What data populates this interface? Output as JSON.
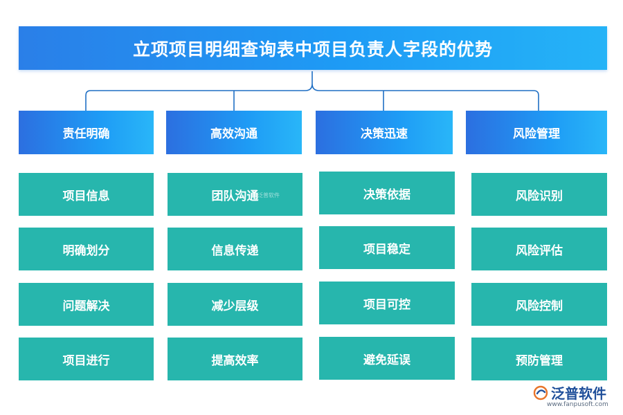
{
  "title": "立项项目明细查询表中项目负责人字段的优势",
  "columns": [
    {
      "header": "责任明确",
      "items": [
        "项目信息",
        "明确划分",
        "问题解决",
        "项目进行"
      ]
    },
    {
      "header": "高效沟通",
      "items": [
        "团队沟通",
        "信息传递",
        "减少层级",
        "提高效率"
      ]
    },
    {
      "header": "决策迅速",
      "items": [
        "决策依据",
        "项目稳定",
        "项目可控",
        "避免延误"
      ]
    },
    {
      "header": "风险管理",
      "items": [
        "风险识别",
        "风险评估",
        "风险控制",
        "预防管理"
      ]
    }
  ],
  "watermark": {
    "small": "泛普软件",
    "logo_text": "泛普软件",
    "url": "www.fanpusoft.com"
  },
  "colors": {
    "title_blue": "#2a7fe8",
    "header_blue": "#1e9bf5",
    "item_teal": "#27b6ad",
    "connector": "#1f6fc4"
  }
}
